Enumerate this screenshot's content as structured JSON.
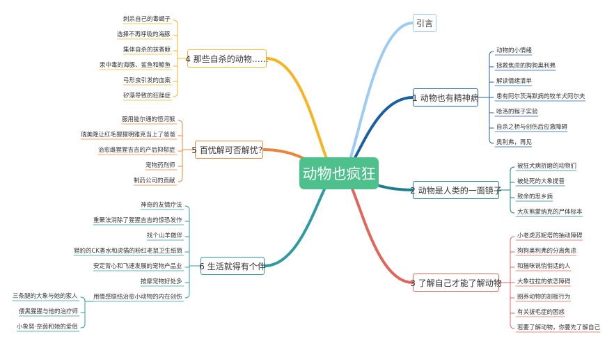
{
  "center": {
    "label": "动物也疯狂",
    "color": "#4ec08b"
  },
  "branches": {
    "intro": {
      "label": "引言",
      "color": "#9ecbf2",
      "items": []
    },
    "b1": {
      "label": "1 动物也有精神病",
      "color": "#1c5fa0",
      "items": [
        "动物的小情绪",
        "拯救焦虑的狗狗奥利弗",
        "解读情绪清单",
        "患有阿尔茨海默病的牧羊犬阿尔夫",
        "哈洛的猴子实验",
        "自杀之桥与创伤后应激障碍",
        "奥利弗，再见"
      ]
    },
    "b2": {
      "label": "2 动物是人类的一面镜子",
      "color": "#1e7e8c",
      "items": [
        "被狂犬病折磨的动物们",
        "被处死的大象提普",
        "致命的思乡病",
        "大灰熊蒙纳克的尸体标本"
      ]
    },
    "b3": {
      "label": "3 了解自己才能了解动物",
      "color": "#e0655a",
      "items": [
        "小老虎苏妮塔的抽动障碍",
        "狗狗奥利弗的分离焦虑",
        "和猫咪说悄悄话的人",
        "大象拉拉的依恋障碍",
        "圈养动物的刻板行为",
        "有关拔毛症的困惑",
        "若要了解动物，你要先了解自己"
      ]
    },
    "b4": {
      "label": "4 那些自杀的动物……",
      "color": "#f6b422",
      "items": [
        "刺杀自己的毒蝎子",
        "选择不再呼吸的海豚",
        "集体自杀的抹香鲸",
        "汞中毒的海豚、鲨鱼和鲸鱼",
        "弓形虫引发的血案",
        "矽藻导致的狂躁症"
      ]
    },
    "b5": {
      "label": "5 百忧解可否解忧？",
      "color": "#e8853a",
      "items": [
        "服用能尔通的恒河猴",
        "瑞美隆让红毛猩猩明雅克当上了爸爸",
        "治愈雌猩猩吉吉的产后抑郁症",
        "宠物药剂师",
        "制药公司的贡献"
      ]
    },
    "b6": {
      "label": "6 生活就得有个伴",
      "color": "#2f9aa0",
      "items": [
        "神奇的友情疗法",
        "重聚法消除了猩猩吉吉的惊恐发作",
        "找个山羊做伴",
        "猎豹的CK香水和虎猫的粉红老鼠卫生纸筒",
        "安定背心和飞速发展的宠物产品业",
        "按摩宠物好处多",
        "用情感联结治愈小动物的内在创伤"
      ],
      "sub": [
        "三条腿的大象与她的家人",
        "倭黑猩猩与他的治疗师",
        "小象努·奈茵和她的爱侣"
      ]
    }
  }
}
